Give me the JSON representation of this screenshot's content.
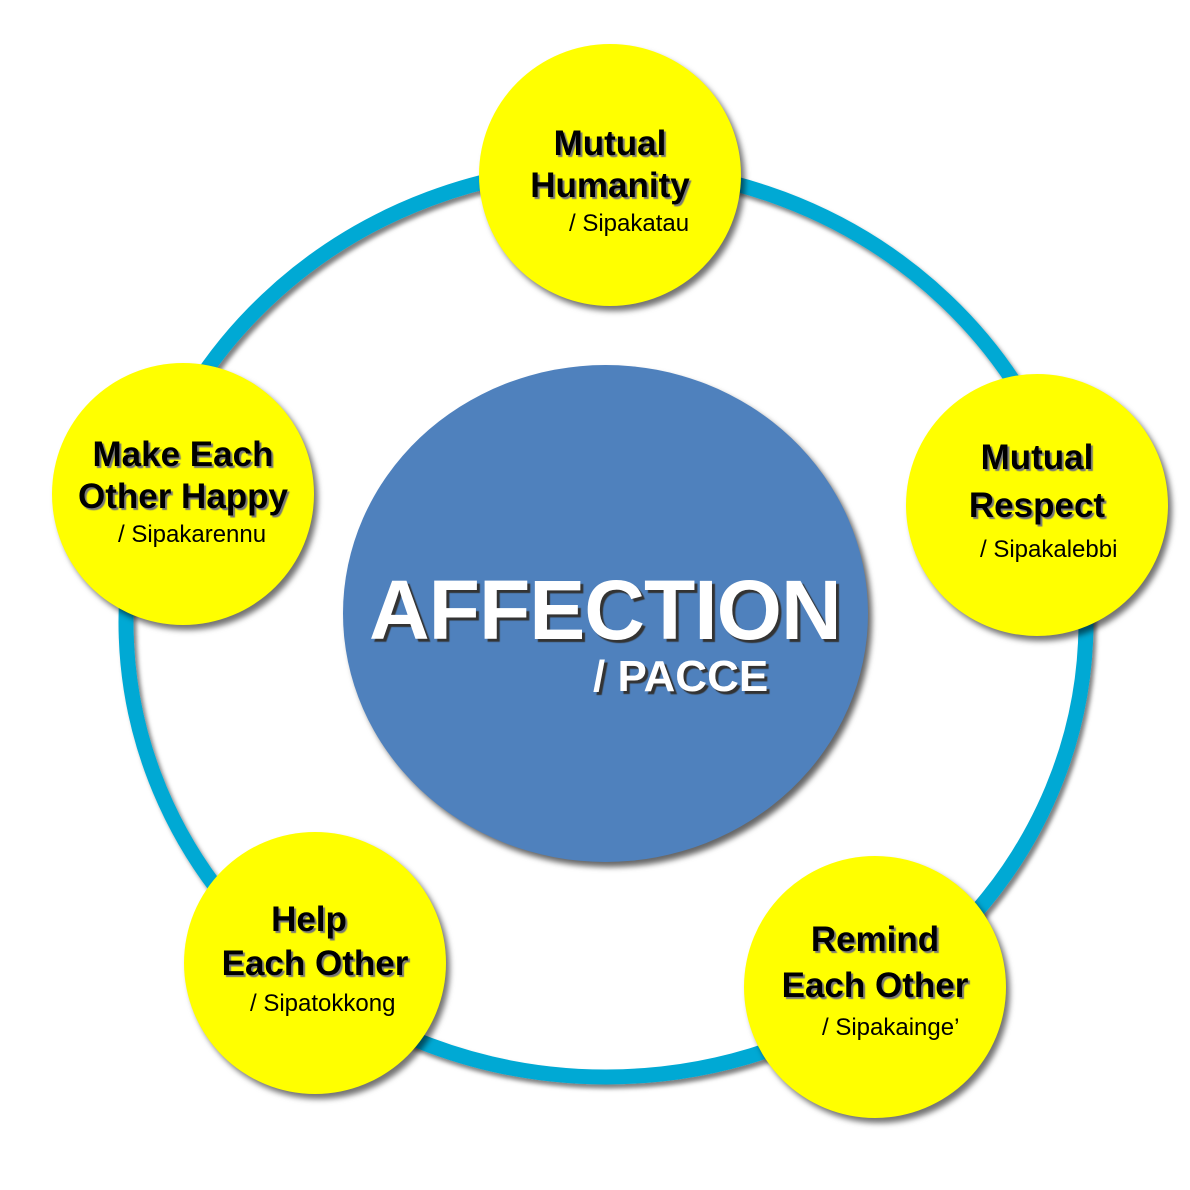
{
  "colors": {
    "ring": "#00a9d4",
    "node": "#ffff00",
    "center": "#4f81bd"
  },
  "center": {
    "title": "AFFECTION",
    "subtitle": "/ PACCE"
  },
  "nodes": [
    {
      "line1": "Mutual",
      "line2": "Humanity",
      "sub": "/ Sipakatau"
    },
    {
      "line1": "Mutual",
      "line2": "Respect",
      "sub": "/ Sipakalebbi"
    },
    {
      "line1": "Remind",
      "line2": "Each Other",
      "sub": "/ Sipakainge’"
    },
    {
      "line1": "Help",
      "line2": "Each Other",
      "sub": "/ Sipatokkong"
    },
    {
      "line1": "Make Each",
      "line2": "Other Happy",
      "sub": "/ Sipakarennu"
    }
  ]
}
